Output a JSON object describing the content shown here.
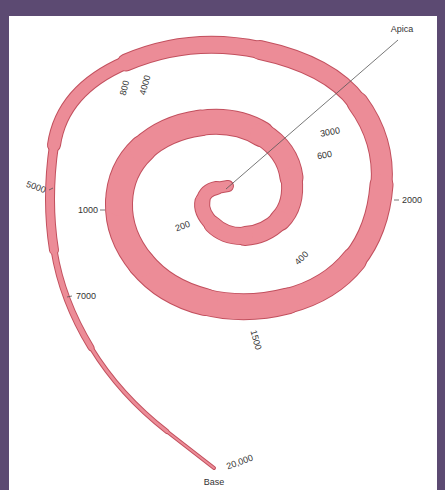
{
  "diagram": {
    "labels": [
      "Apica",
      "5000",
      "7000",
      "800",
      "4000",
      "3000",
      "600",
      "2000",
      "1000",
      "200",
      "400",
      "1500",
      "20,000",
      "Base"
    ]
  }
}
